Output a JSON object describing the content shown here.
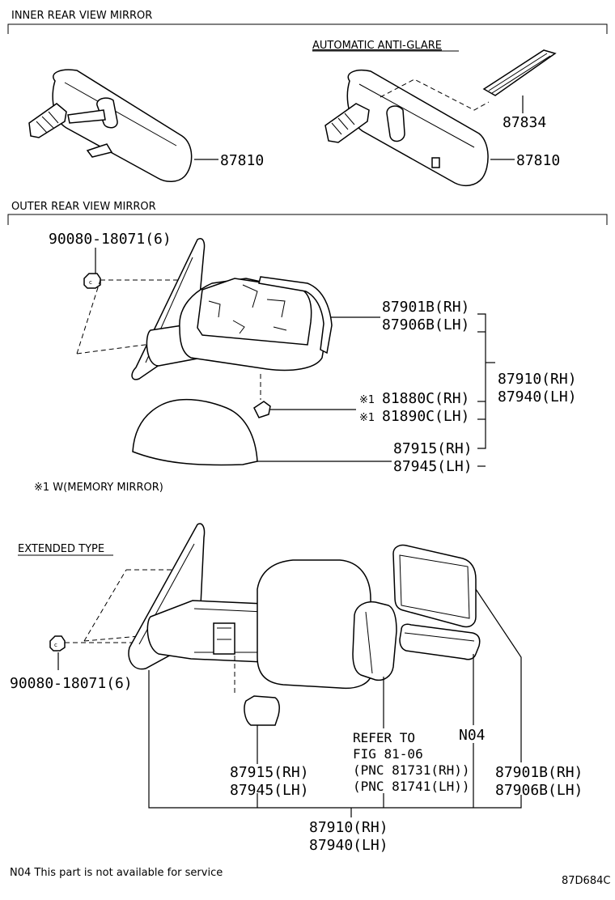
{
  "sections": {
    "inner_title": "INNER REAR VIEW MIRROR",
    "auto_anti_glare": "AUTOMATIC ANTI-GLARE",
    "outer_title": "OUTER REAR VIEW MIRROR",
    "extended_type": "EXTENDED TYPE"
  },
  "inner": {
    "mirror_left": "87810",
    "mirror_right": "87810",
    "cover": "87834"
  },
  "outer": {
    "screw": "90080-18071(6)",
    "glass_rh": "87901B(RH)",
    "glass_lh": "87906B(LH)",
    "assy_rh": "87910(RH)",
    "assy_lh": "87940(LH)",
    "lamp_rh": "81880C(RH)",
    "lamp_lh": "81890C(LH)",
    "lamp_mark": "※1",
    "cover_rh": "87915(RH)",
    "cover_lh": "87945(LH)",
    "footnote": "※1 W(MEMORY MIRROR)"
  },
  "extended": {
    "screw": "90080-18071(6)",
    "cover_rh": "87915(RH)",
    "cover_lh": "87945(LH)",
    "refer_1": "REFER TO",
    "refer_2": "FIG 81-06",
    "refer_3": "(PNC 81731(RH))",
    "refer_4": "(PNC 81741(LH))",
    "n04": "N04",
    "glass_rh": "87901B(RH)",
    "glass_lh": "87906B(LH)",
    "assy_rh": "87910(RH)",
    "assy_lh": "87940(LH)"
  },
  "footer": {
    "note": "N04  This part is not available for service",
    "code": "87D684C"
  }
}
